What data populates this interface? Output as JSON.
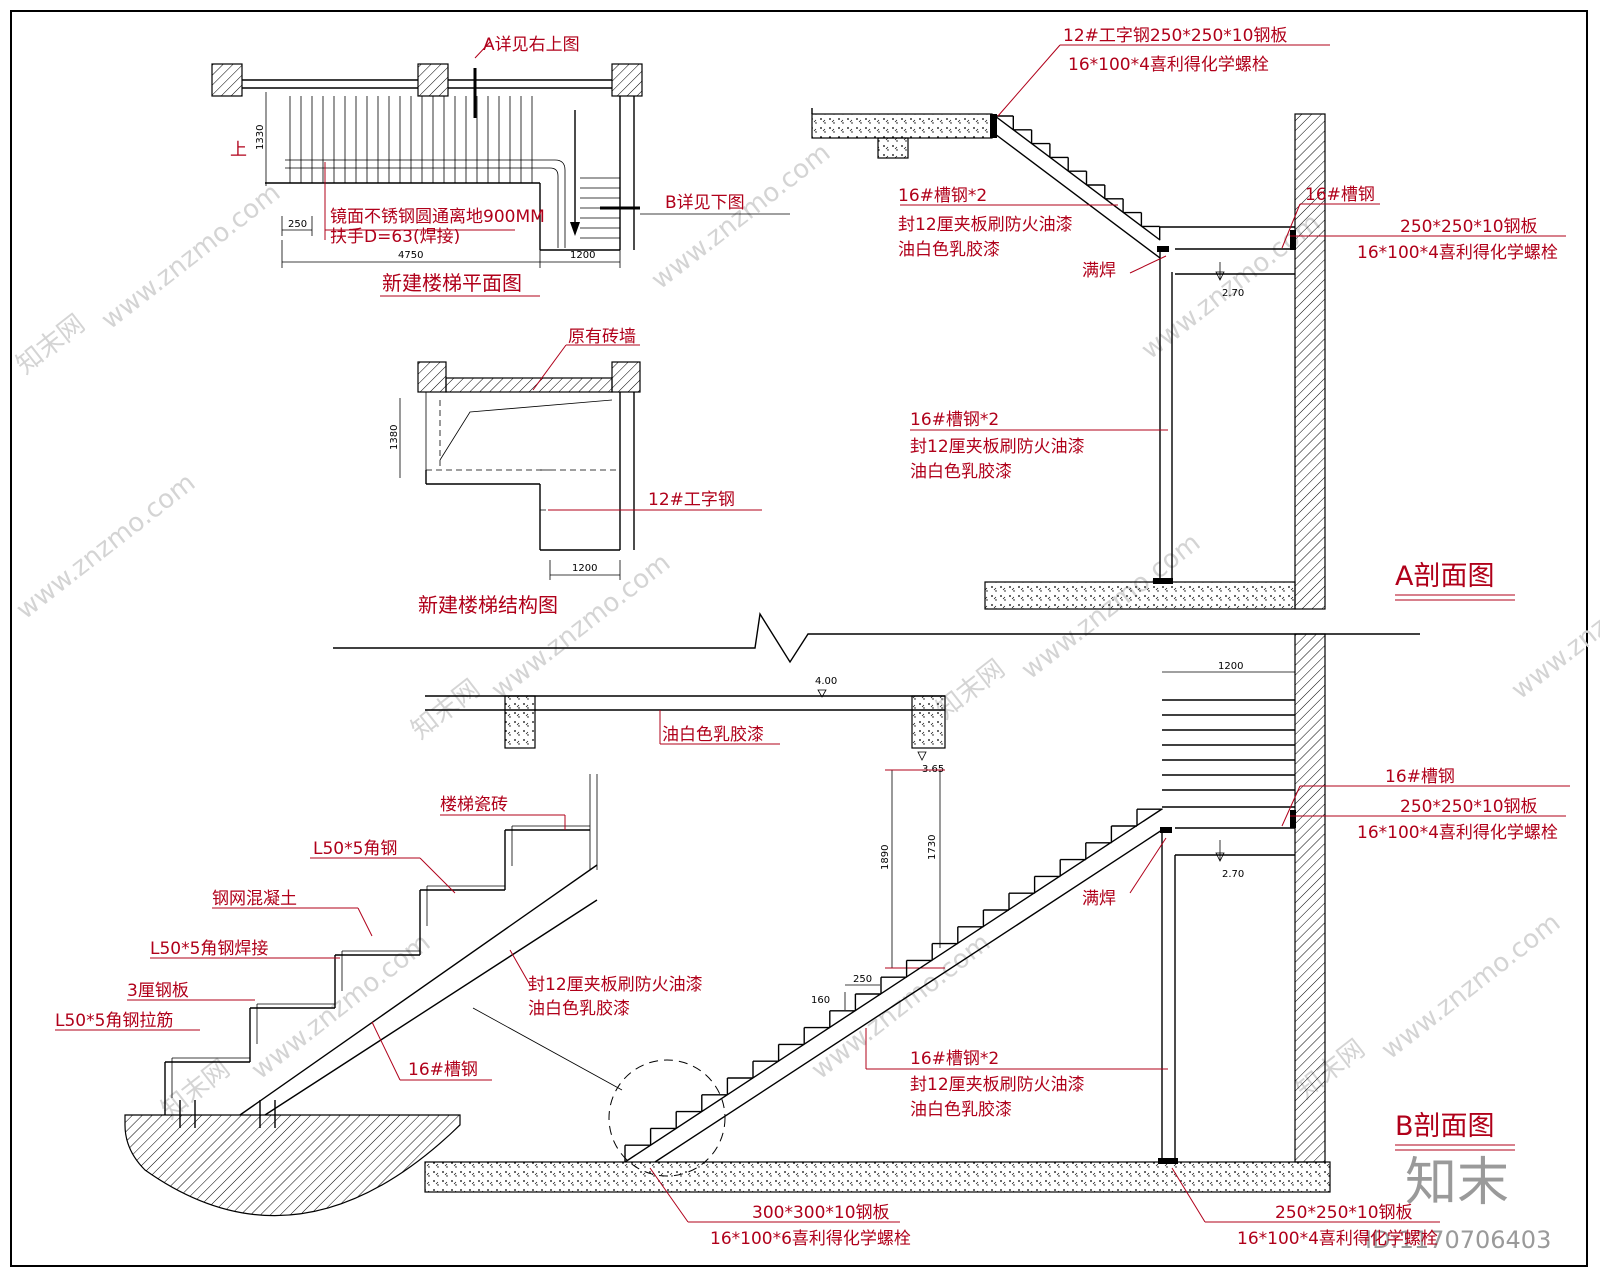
{
  "watermarks": {
    "site": "www.znzmo.com",
    "brand": "知末网",
    "logo": "知末",
    "id": "ID:1170706403"
  },
  "plan": {
    "title": "新建楼梯平面图",
    "note_a": "A详见右上图",
    "note_b": "B详见下图",
    "handrail_1": "镜面不锈钢圆通离地900MM",
    "handrail_2": "扶手D=63(焊接)",
    "up": "上",
    "dim_1330": "1330",
    "dim_250": "250",
    "dim_4750": "4750",
    "dim_1200": "1200"
  },
  "structure": {
    "title": "新建楼梯结构图",
    "brick": "原有砖墙",
    "ibeam": "12#工字钢",
    "dim_1380": "1380",
    "dim_1200": "1200"
  },
  "sectionA": {
    "title": "A剖面图",
    "top_1": "12#工字钢250*250*10钢板",
    "top_2": "16*100*4喜利得化学螺栓",
    "ch1_1": "16#槽钢*2",
    "ch1_2": "封12厘夹板刷防火油漆",
    "ch1_3": "油白色乳胶漆",
    "channel": "16#槽钢",
    "plate": "250*250*10钢板",
    "bolt": "16*100*4喜利得化学螺栓",
    "weld": "满焊",
    "level": "2.70",
    "col_1": "16#槽钢*2",
    "col_2": "封12厘夹板刷防火油漆",
    "col_3": "油白色乳胶漆"
  },
  "sectionB": {
    "title": "B剖面图",
    "level_400": "4.00",
    "level_365": "3.65",
    "level_270": "2.70",
    "paint": "油白色乳胶漆",
    "dim_1200": "1200",
    "dim_1890": "1890",
    "dim_1730": "1730",
    "dim_160": "160",
    "dim_250": "250",
    "channel": "16#槽钢",
    "plate": "250*250*10钢板",
    "bolt": "16*100*4喜利得化学螺栓",
    "weld": "满焊",
    "mid_1": "16#槽钢*2",
    "mid_2": "封12厘夹板刷防火油漆",
    "mid_3": "油白色乳胶漆",
    "bottom_plate": "300*300*10钢板",
    "bottom_bolt": "16*100*6喜利得化学螺栓",
    "right_plate": "250*250*10钢板",
    "right_bolt": "16*100*4喜利得化学螺栓"
  },
  "detail": {
    "tile": "楼梯瓷砖",
    "angle": "L50*5角钢",
    "mesh": "钢网混凝土",
    "angle_weld": "L50*5角钢焊接",
    "plate3": "3厘钢板",
    "angle_tie": "L50*5角钢拉筋",
    "ply_1": "封12厘夹板刷防火油漆",
    "ply_2": "油白色乳胶漆",
    "channel": "16#槽钢"
  }
}
